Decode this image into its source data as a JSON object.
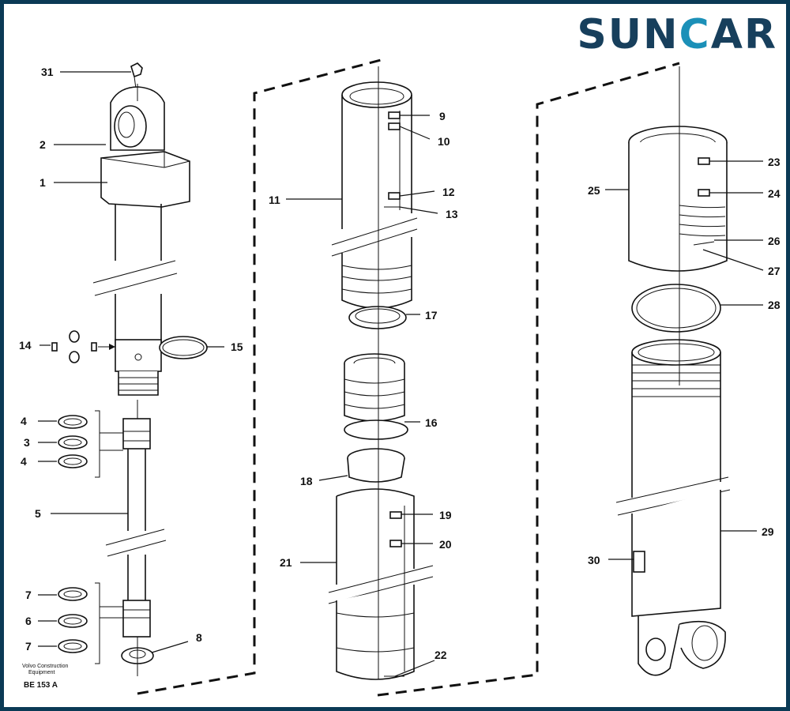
{
  "logo": {
    "text_part1": "SUN",
    "text_part2": "C",
    "text_part3": "AR",
    "color_dark": "#173f5c",
    "color_accent": "#1b90b8"
  },
  "footer": {
    "maker_line1": "Volvo Construction",
    "maker_line2": "Equipment",
    "ref_code": "BE 153 A"
  },
  "callouts": [
    "1",
    "2",
    "3",
    "4",
    "5",
    "6",
    "7",
    "8",
    "9",
    "10",
    "11",
    "12",
    "13",
    "14",
    "15",
    "16",
    "17",
    "18",
    "19",
    "20",
    "21",
    "22",
    "23",
    "24",
    "25",
    "26",
    "27",
    "28",
    "29",
    "30",
    "31"
  ],
  "frame_color": "#0b3a55"
}
